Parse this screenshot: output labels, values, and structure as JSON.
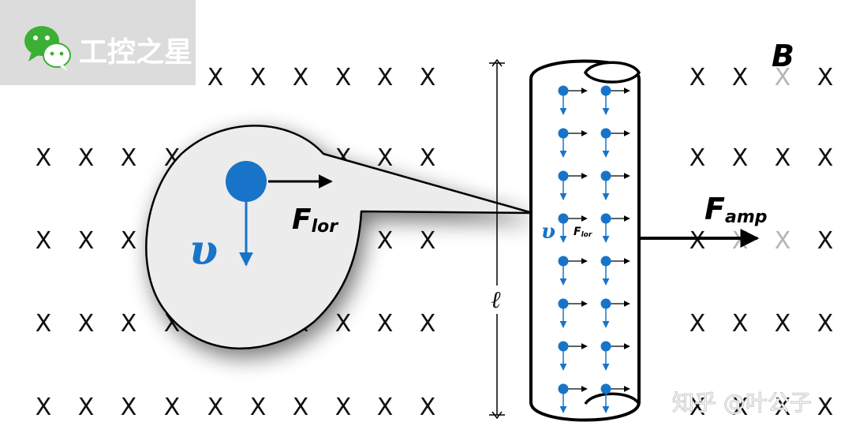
{
  "watermark": {
    "brand": "工控之星",
    "brand_icon": "wechat-icon",
    "bottom": "知乎 @叶公子"
  },
  "labels": {
    "field": "B",
    "lorentz_main": "F",
    "lorentz_main_sub": "lor",
    "lorentz_small": "F",
    "lorentz_small_sub": "lor",
    "velocity_main": "υ",
    "velocity_small": "υ",
    "ampere": "F",
    "ampere_sub": "amp",
    "length": "ℓ"
  },
  "field_symbol": "X",
  "colors": {
    "charge": "#1874c8",
    "bubble": "#ececec",
    "x_mark": "#111111",
    "logo_bg": "#dcdcdc",
    "wechat_green": "#3cb034"
  }
}
